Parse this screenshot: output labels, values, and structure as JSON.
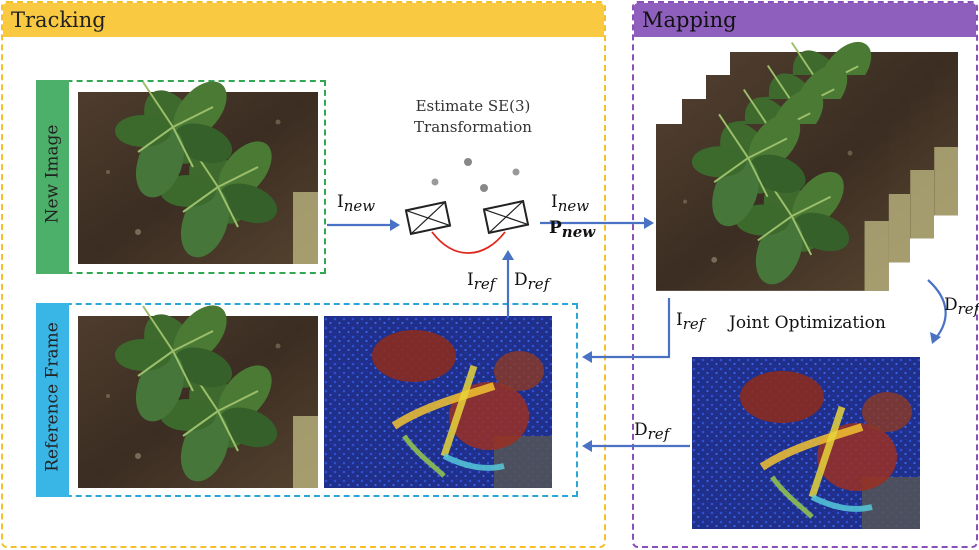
{
  "panels": {
    "tracking": {
      "title": "Tracking"
    },
    "mapping": {
      "title": "Mapping"
    }
  },
  "boxes": {
    "new_image": "New Image",
    "reference_frame": "Reference Frame"
  },
  "estimate": {
    "line1": "Estimate SE(3)",
    "line2": "Transformation"
  },
  "joint_optimization": "Joint Optimization",
  "labels": {
    "I": "I",
    "D": "D",
    "P": "P",
    "new": "new",
    "ref": "ref"
  },
  "colors": {
    "tracking": "#f9c941",
    "mapping": "#8f5fbd",
    "new_image": "#4caf6a",
    "reference_frame": "#3ab6e6",
    "arrow": "#4a72c4",
    "pose_link": "#e0281f"
  }
}
